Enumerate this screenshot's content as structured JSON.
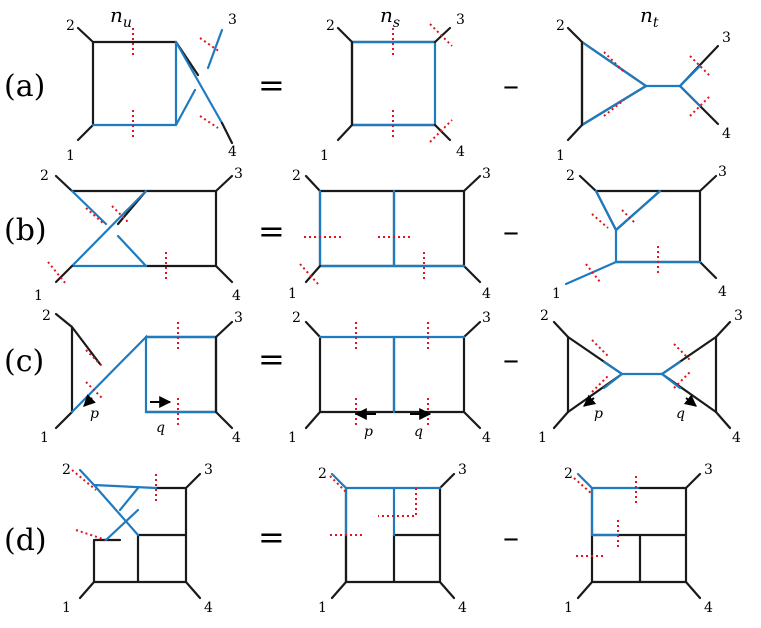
{
  "headers": [
    "n",
    "n",
    "n"
  ],
  "header_subscripts": [
    "u",
    "s",
    "t"
  ],
  "row_labels": [
    "(a)",
    "(b)",
    "(c)",
    "(d)"
  ],
  "operators": [
    "=",
    "–"
  ],
  "leg_labels": [
    "1",
    "2",
    "3",
    "4"
  ],
  "momenta": [
    "p",
    "q"
  ],
  "colors": {
    "line": "#1a1a1a",
    "highlight": "#1f7bc0",
    "cut": "#e0141e"
  }
}
